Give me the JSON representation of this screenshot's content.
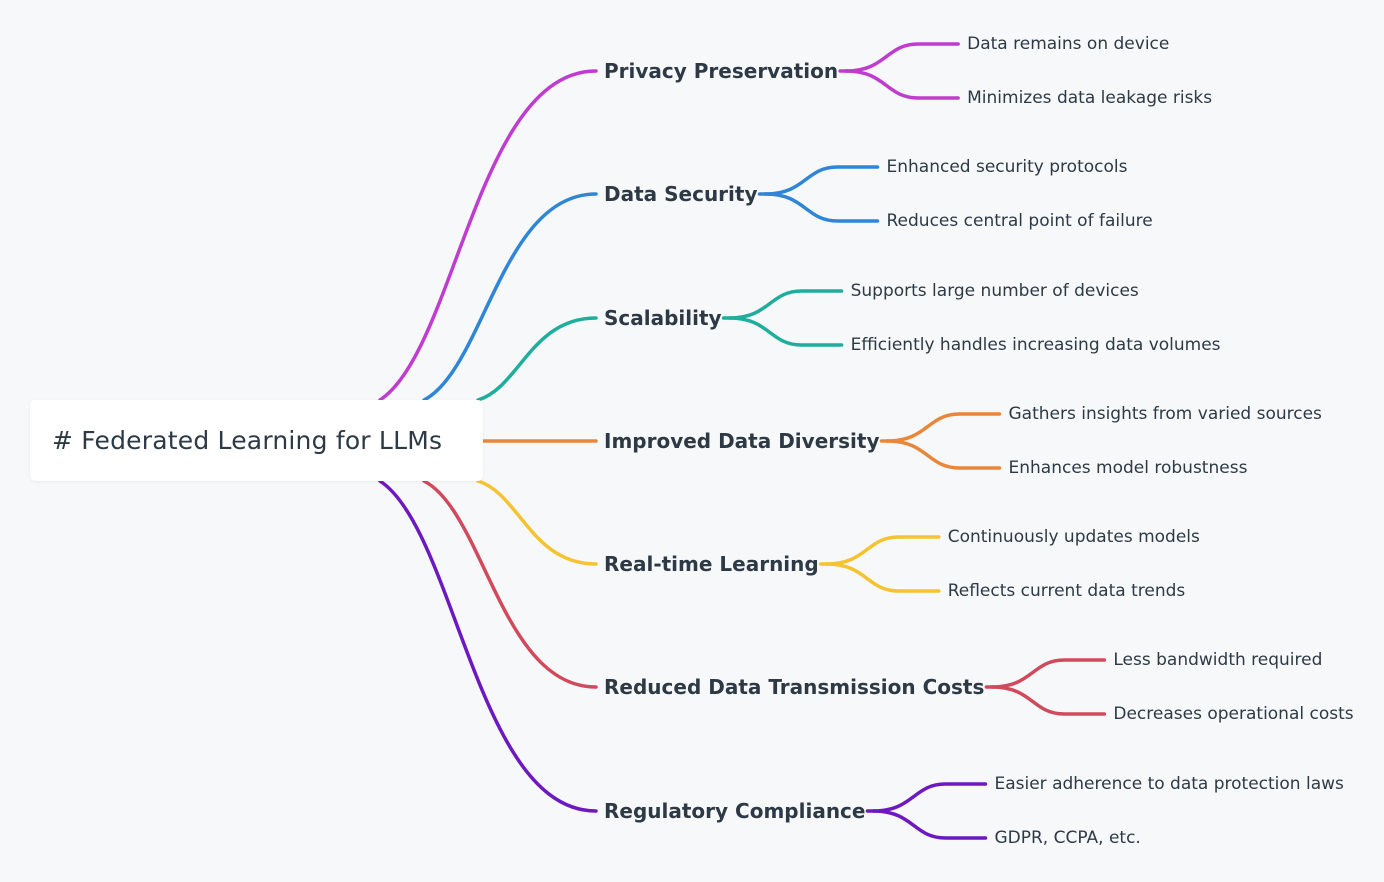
{
  "root": {
    "label": "# Federated Learning for LLMs"
  },
  "branches": [
    {
      "label": "Privacy Preservation",
      "color": "#c03bcf",
      "children": [
        "Data remains on device",
        "Minimizes data leakage risks"
      ]
    },
    {
      "label": "Data Security",
      "color": "#2f86d6",
      "children": [
        "Enhanced security protocols",
        "Reduces central point of failure"
      ]
    },
    {
      "label": "Scalability",
      "color": "#1fae9c",
      "children": [
        "Supports large number of devices",
        "Efficiently handles increasing data volumes"
      ]
    },
    {
      "label": "Improved Data Diversity",
      "color": "#e8873a",
      "children": [
        "Gathers insights from varied sources",
        "Enhances model robustness"
      ]
    },
    {
      "label": "Real-time Learning",
      "color": "#f5c230",
      "children": [
        "Continuously updates models",
        "Reflects current data trends"
      ]
    },
    {
      "label": "Reduced Data Transmission Costs",
      "color": "#d04a5c",
      "children": [
        "Less bandwidth required",
        "Decreases operational costs"
      ]
    },
    {
      "label": "Regulatory Compliance",
      "color": "#6e18c0",
      "children": [
        "Easier adherence to data protection laws",
        "GDPR, CCPA, etc."
      ]
    }
  ]
}
